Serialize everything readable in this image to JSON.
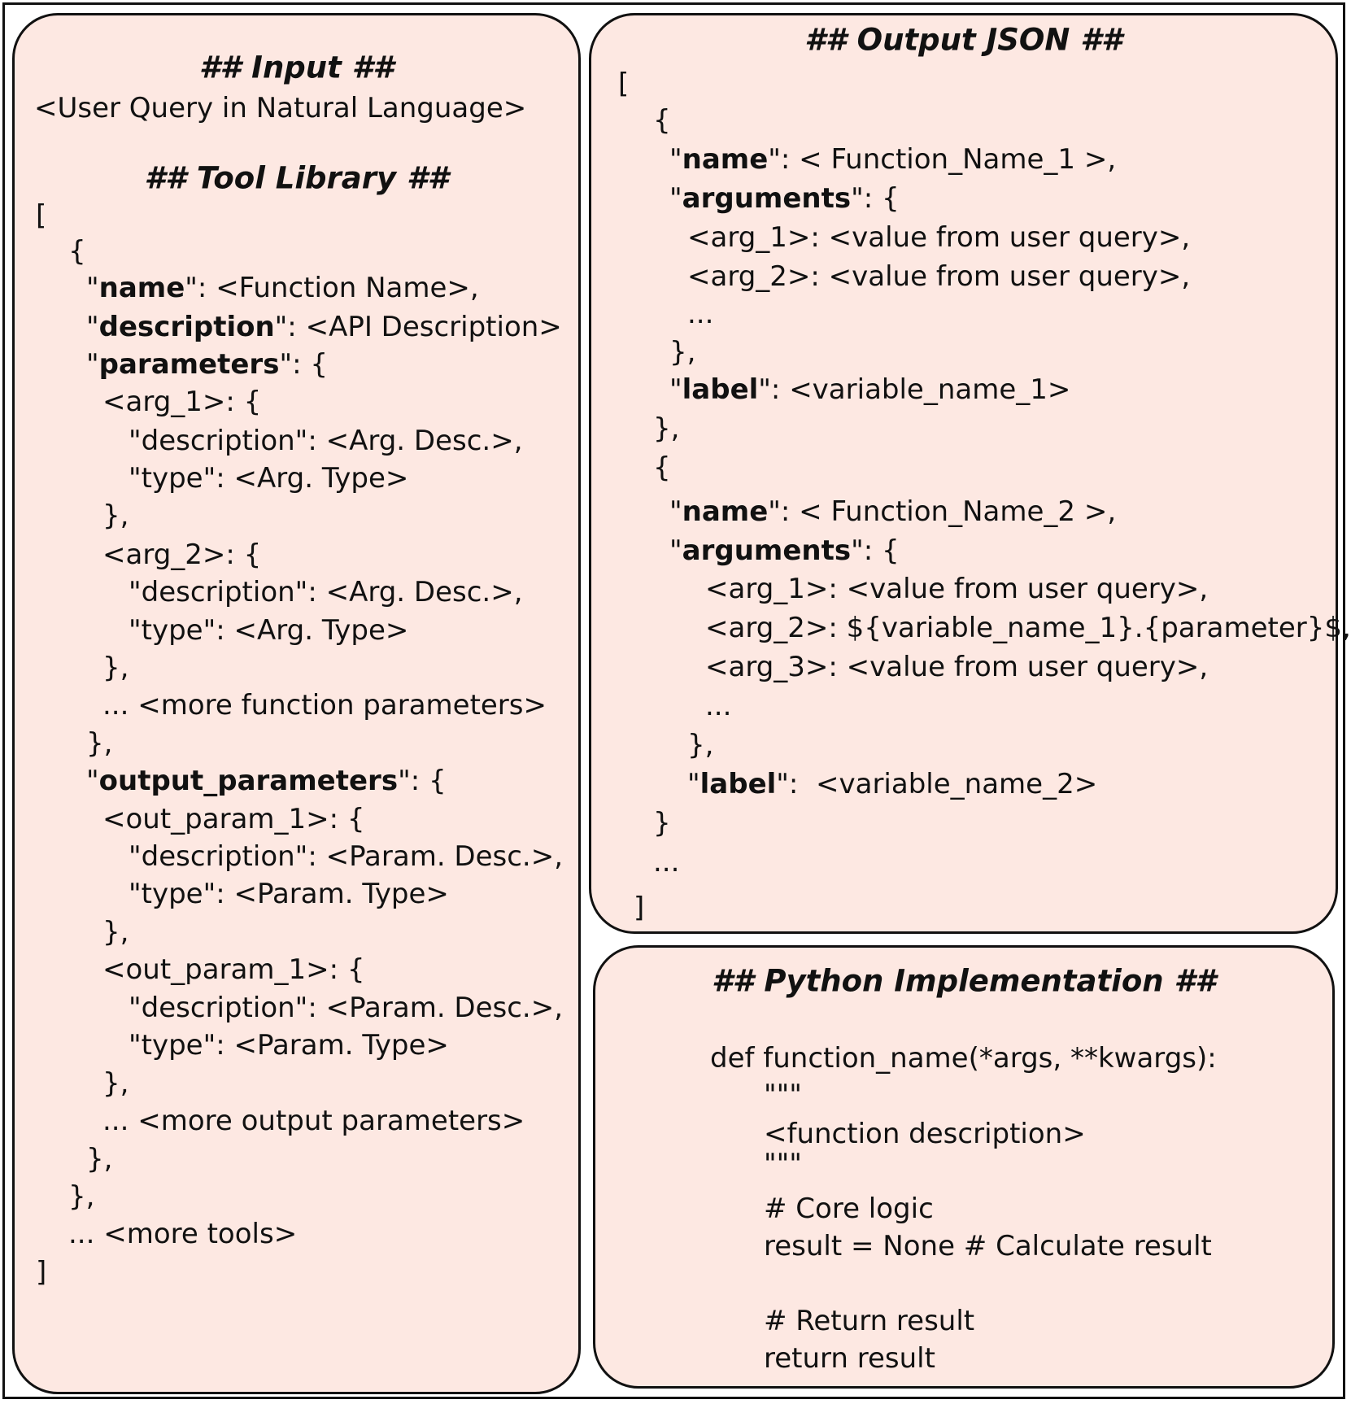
{
  "input": {
    "heading": "## Input ##",
    "query": "<User Query in Natural Language>"
  },
  "tool_library": {
    "heading": "## Tool Library ##",
    "open_bracket": "[",
    "open_brace": "{",
    "name_key": "name",
    "name_value": "<Function Name>,",
    "description_key": "description",
    "description_value": "<API Description>",
    "parameters_key": "parameters",
    "parameters_open": ": {",
    "arg1": "<arg_1>: {",
    "arg1_desc": "\"description\": <Arg. Desc.>,",
    "arg1_type": "\"type\": <Arg. Type>",
    "arg1_close": "},",
    "arg2": "<arg_2>: {",
    "arg2_desc": "\"description\": <Arg. Desc.>,",
    "arg2_type": "\"type\": <Arg. Type>",
    "arg2_close": "},",
    "more_params": "... <more function parameters>",
    "parameters_close": "},",
    "output_parameters_key": "output_parameters",
    "output_parameters_open": ": {",
    "out1": "<out_param_1>: {",
    "out1_desc": "\"description\": <Param. Desc.>,",
    "out1_type": "\"type\": <Param. Type>",
    "out1_close": "},",
    "out2": "<out_param_1>: {",
    "out2_desc": "\"description\": <Param. Desc.>,",
    "out2_type": "\"type\": <Param. Type>",
    "out2_close": "},",
    "more_outputs": "... <more output parameters>",
    "output_parameters_close": "},",
    "tool_close": "},",
    "more_tools": "... <more tools>",
    "close_bracket": "]"
  },
  "output_json": {
    "heading": "## Output JSON ##",
    "open_bracket": "[",
    "call1_open": "{",
    "call1_name_key": "name",
    "call1_name_value": "\": < Function_Name_1 >,",
    "call1_args_key": "arguments",
    "call1_args_open": "\": {",
    "call1_arg1": "<arg_1>: <value from user query>,",
    "call1_arg2": "<arg_2>: <value from user query>,",
    "call1_more": "...",
    "call1_args_close": "},",
    "call1_label_key": "label",
    "call1_label_value": "\": <variable_name_1>",
    "call1_close": "},",
    "call2_open": "{",
    "call2_name_key": "name",
    "call2_name_value": "\": < Function_Name_2 >,",
    "call2_args_key": "arguments",
    "call2_args_open": "\": {",
    "call2_arg1": "<arg_1>: <value from user query>,",
    "call2_arg2": "<arg_2>: ${variable_name_1}.{parameter}$,",
    "call2_arg3": "<arg_3>: <value from user query>,",
    "call2_more": "...",
    "call2_args_close": "},",
    "call2_label_key": "label",
    "call2_label_value": "\":  <variable_name_2>",
    "call2_close": "}",
    "more_calls": "...",
    "close_bracket": "]"
  },
  "python_impl": {
    "heading": "## Python Implementation ##",
    "def_line": "def function_name(*args, **kwargs):",
    "doc_open": "\"\"\"",
    "doc_text": "<function description>",
    "doc_close": "\"\"\"",
    "comment_core": "# Core logic",
    "result_line": "result = None # Calculate result",
    "comment_return": "# Return result",
    "return_line": "return result"
  },
  "colors": {
    "panel_fill": "#fde8e2",
    "border": "#111111"
  }
}
